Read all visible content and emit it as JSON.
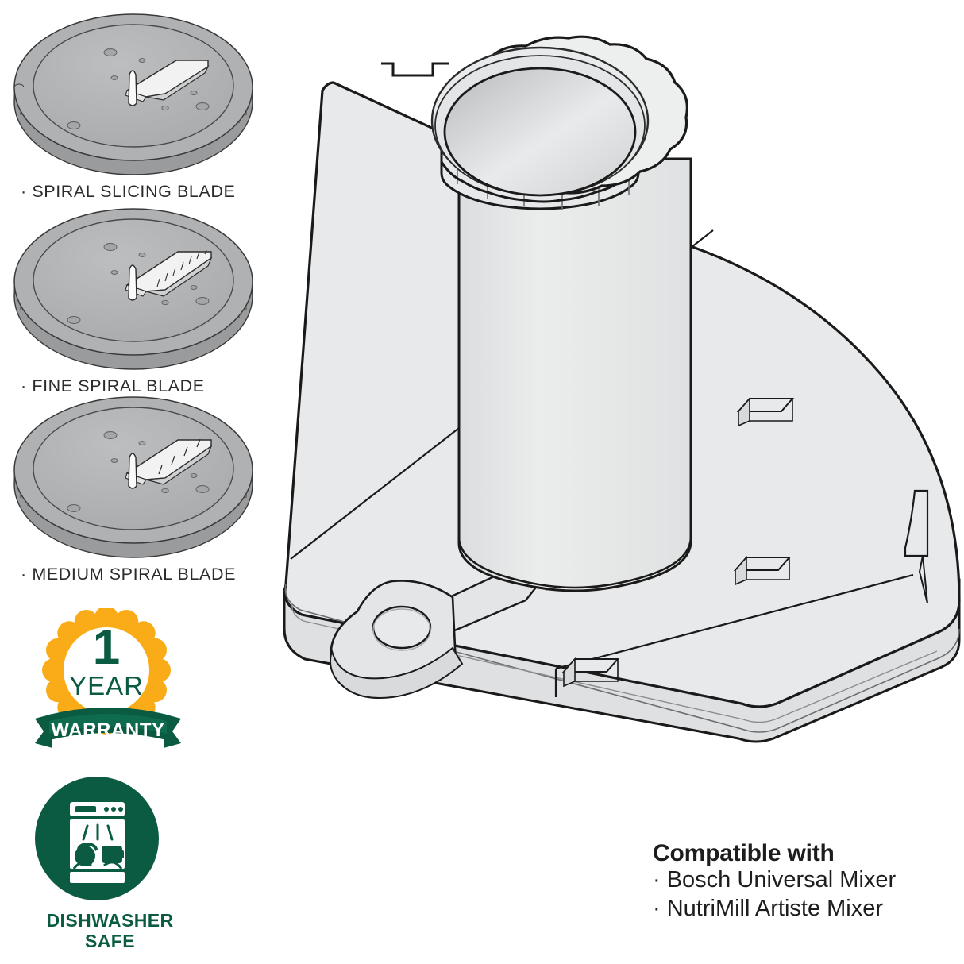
{
  "background_color": "#ffffff",
  "blades": [
    {
      "label": "· SPIRAL SLICING BLADE",
      "name": "SPIRAL SLICING BLADE",
      "slot_count": 0,
      "slot_style": "plain-ramp"
    },
    {
      "label": "· FINE SPIRAL BLADE",
      "name": "FINE SPIRAL BLADE",
      "slot_count": 8,
      "slot_style": "fine"
    },
    {
      "label": "· MEDIUM SPIRAL BLADE",
      "name": "MEDIUM SPIRAL BLADE",
      "slot_count": 5,
      "slot_style": "medium"
    }
  ],
  "warranty_badge": {
    "duration": "1",
    "unit": "YEAR",
    "ribbon": "WARRANTY",
    "star_color": "#faac18",
    "text_color": "#0a5b42",
    "ribbon_color": "#0a5b42",
    "ribbon_text_color": "#ffffff",
    "center_color": "#ffffff"
  },
  "dishwasher_badge": {
    "line1": "DISHWASHER",
    "line2": "SAFE",
    "circle_color": "#0a5b42",
    "icon_color": "#ffffff",
    "text_color": "#0a5b42",
    "icon_name": "dishwasher-icon"
  },
  "compatible": {
    "title": "Compatible with",
    "items": [
      "· Bosch Universal Mixer",
      "· NutriMill Artiste Mixer"
    ]
  },
  "product_illustration": {
    "name": "slicer-shredder-attachment",
    "parts": [
      "fluted-collar-rim",
      "feed-chute-tube",
      "wedge-shaped-lid",
      "teardrop-latch-handle",
      "locking-tabs"
    ],
    "body_fill": "#e8e9ea",
    "outline_color": "#1a1a1a",
    "blade_fill": "#b3b3b3",
    "blade_tooth_shadow": "#8f9092"
  }
}
